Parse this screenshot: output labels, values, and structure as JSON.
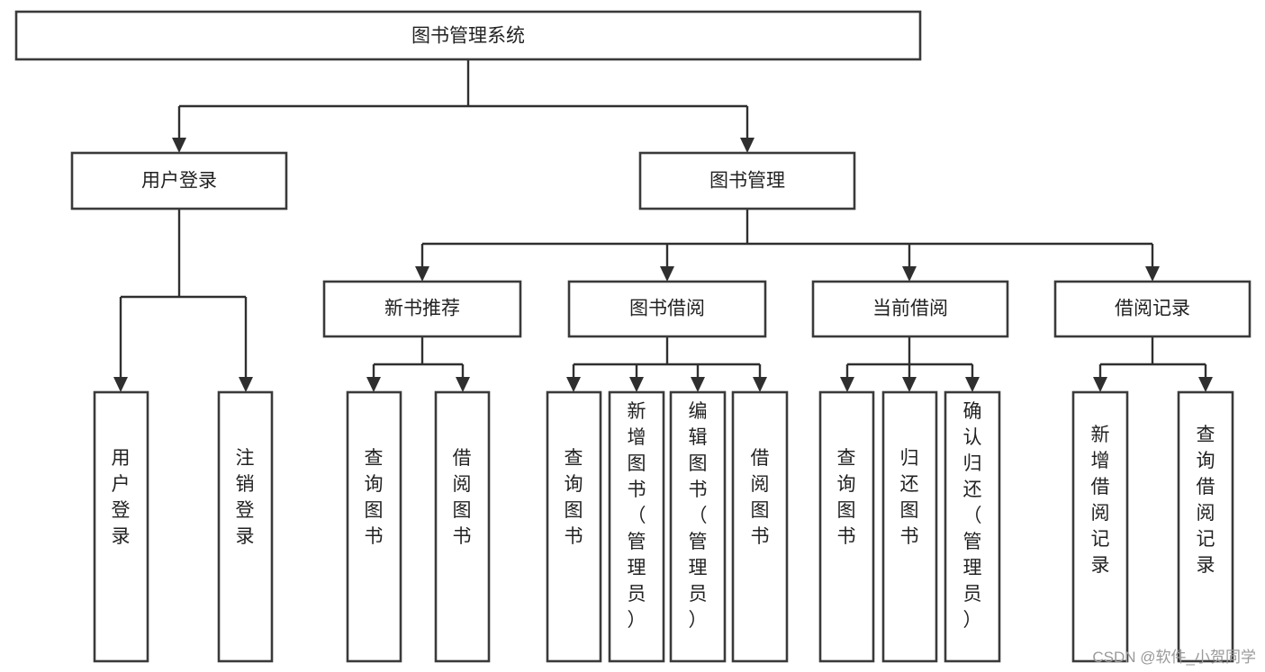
{
  "diagram": {
    "type": "tree-hierarchy-chart",
    "title": "图书管理系统",
    "orientation": "top-down",
    "style": {
      "box_fill": "#ffffff",
      "box_stroke": "#3a3a3a",
      "connector_color": "#2f2f2f",
      "text_color": "#222222",
      "background": "#ffffff"
    },
    "levels": [
      {
        "level": 1,
        "nodes": [
          {
            "id": "root",
            "label": "图书管理系统",
            "orientation": "horizontal"
          }
        ]
      },
      {
        "level": 2,
        "nodes": [
          {
            "id": "login",
            "label": "用户登录",
            "orientation": "horizontal",
            "parent": "root"
          },
          {
            "id": "bookmgmt",
            "label": "图书管理",
            "orientation": "horizontal",
            "parent": "root"
          }
        ]
      },
      {
        "level": 3,
        "nodes": [
          {
            "id": "newrec",
            "label": "新书推荐",
            "orientation": "horizontal",
            "parent": "bookmgmt"
          },
          {
            "id": "borrow",
            "label": "图书借阅",
            "orientation": "horizontal",
            "parent": "bookmgmt"
          },
          {
            "id": "current",
            "label": "当前借阅",
            "orientation": "horizontal",
            "parent": "bookmgmt"
          },
          {
            "id": "records",
            "label": "借阅记录",
            "orientation": "horizontal",
            "parent": "bookmgmt"
          }
        ]
      },
      {
        "level": 4,
        "nodes": [
          {
            "id": "leaf1",
            "label": "用户登录",
            "orientation": "vertical",
            "parent": "login"
          },
          {
            "id": "leaf2",
            "label": "注销登录",
            "orientation": "vertical",
            "parent": "login"
          },
          {
            "id": "leaf3",
            "label": "查询图书",
            "orientation": "vertical",
            "parent": "newrec"
          },
          {
            "id": "leaf4",
            "label": "借阅图书",
            "orientation": "vertical",
            "parent": "newrec"
          },
          {
            "id": "leaf5",
            "label": "查询图书",
            "orientation": "vertical",
            "parent": "borrow"
          },
          {
            "id": "leaf6",
            "label": "新增图书（管理员）",
            "orientation": "vertical",
            "parent": "borrow"
          },
          {
            "id": "leaf7",
            "label": "编辑图书（管理员）",
            "orientation": "vertical",
            "parent": "borrow"
          },
          {
            "id": "leaf8",
            "label": "借阅图书",
            "orientation": "vertical",
            "parent": "borrow"
          },
          {
            "id": "leaf9",
            "label": "查询图书",
            "orientation": "vertical",
            "parent": "current"
          },
          {
            "id": "leaf10",
            "label": "归还图书",
            "orientation": "vertical",
            "parent": "current"
          },
          {
            "id": "leaf11",
            "label": "确认归还（管理员）",
            "orientation": "vertical",
            "parent": "current"
          },
          {
            "id": "leaf12",
            "label": "新增借阅记录",
            "orientation": "vertical",
            "parent": "records"
          },
          {
            "id": "leaf13",
            "label": "查询借阅记录",
            "orientation": "vertical",
            "parent": "records"
          }
        ]
      }
    ]
  },
  "watermark": {
    "text": "CSDN @软件_小贺同学"
  }
}
